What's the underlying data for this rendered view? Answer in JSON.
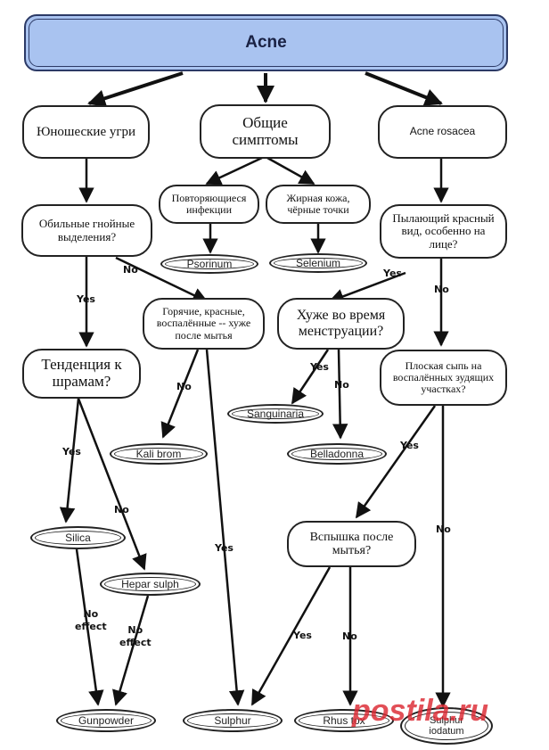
{
  "title": "Acne",
  "nodes": {
    "youth": "Юношеские угри",
    "general": "Общие симптомы",
    "rosacea": "Acne rosacea",
    "copious_pus": "Обильные гнойные выделения?",
    "recurring_infections": "Повторяющиеся инфекции",
    "oily_skin": "Жирная кожа, чёрные точки",
    "flushing_red": "Пылающий красный вид, особенно на лице?",
    "hot_red": "Горячие, красные, воспалённые -- хуже после мытья",
    "worse_menstruation": "Хуже во время менструации?",
    "flat_rash": "Плоская сыпь на воспалённых зудящих участках?",
    "scarring": "Тенденция к шрамам?",
    "flare_after_wash": "Вспышка после мытья?"
  },
  "remedies": {
    "psorinum": "Psorinum",
    "selenium": "Selenium",
    "sanguinaria": "Sanguinaria",
    "kali_brom": "Kali brom",
    "belladonna": "Belladonna",
    "silica": "Silica",
    "hepar_sulph": "Hepar sulph",
    "gunpowder": "Gunpowder",
    "sulphur": "Sulphur",
    "rhus_tox": "Rhus tox",
    "sulphur_iodatum": "Sulphur iodatum"
  },
  "labels": {
    "yes": "Yes",
    "no": "No",
    "no_effect_line1": "No",
    "no_effect_line2": "effect"
  },
  "watermark": "postila.ru",
  "colors": {
    "title_fill": "#a9c3f0",
    "watermark": "#dc2832"
  }
}
